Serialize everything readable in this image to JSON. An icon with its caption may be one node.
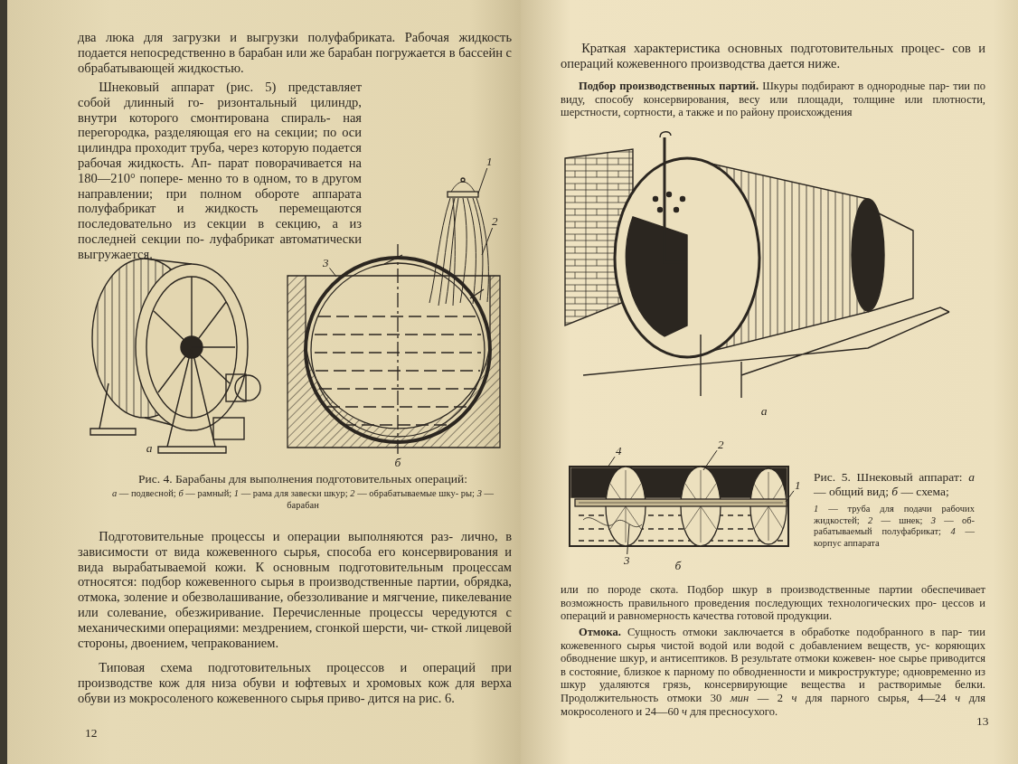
{
  "diagram": {
    "nodes": [
      {
        "text": [
          "1"
        ]
      },
      {
        "text": [
          "2"
        ]
      },
      {
        "text": [
          "3"
        ]
      },
      {
        "text": [],
        "shape": "picture"
      },
      {
        "text": [],
        "shape": "picture"
      },
      {
        "text": [],
        "shape": "picture"
      },
      {
        "text": [
          "4"
        ]
      },
      {
        "text": [
          "2"
        ]
      },
      {
        "text": [
          "1"
        ]
      },
      {
        "text": [
          "3"
        ]
      },
      {
        "text": [],
        "shape": "picture"
      },
      {
        "text": [],
        "shape": "picture",
        "in": 10
      },
      {
        "text": [],
        "shape": "bar",
        "in": 10
      },
      {
        "text": [],
        "shape": "picture",
        "in": 10
      }
    ],
    "edges": [
      {
        "from": 0,
        "to": 3,
        "arrow": "none"
      },
      {
        "from": 1,
        "to": 4,
        "arrow": "none"
      },
      {
        "from": 2,
        "to": 5,
        "arrow": "none"
      },
      {
        "from": 6,
        "to": 10,
        "arrow": "none"
      },
      {
        "from": 7,
        "to": 11,
        "arrow": "none"
      },
      {
        "from": 8,
        "to": 12,
        "arrow": "none"
      },
      {
        "from": 9,
        "to": 13,
        "arrow": "none"
      }
    ],
    "labels": [
      "два люка для загрузки и выгрузки полуфабриката. Рабочая жидкость подается непосредственно в барабан или же барабан погружается в бассейн с обрабатывающей жидкостью.",
      "Шнековый аппарат (рис. 5) представляет собой длинный го- ризонтальный цилиндр, внутри которого смонтирована спираль- ная перегородка, разделяющая его на секции; по оси цилиндра проходит труба, через которую подается рабочая жидкость. Ап- парат поворачивается на 180—210° попере- менно то в одном, то в другом направлении; при полном обороте аппарата полуфабрикат и жидкость перемещаются последовательно из секции в секцию, а из последней секции по- луфабрикат автоматически выгружается.",
      "а",
      "б",
      "Рис. 4. Барабаны для выполнения подготовительных операций:",
      "*а* — подвесной; *б* — рамный; *1* — рама для завески шкур; *2* — обрабатываемые шку- ры; *3* — барабан",
      "Подготовительные процессы и операции выполняются раз- лично, в зависимости от вида кожевенного сырья, способа его консервирования и вида вырабатываемой кожи. К основным подготовительным процессам относятся: подбор кожевенного сырья в производственные партии, обрядка, отмока, золение и обезволашивание, обеззоливание и мягчение, пикелевание или солевание, обезжиривание. Перечисленные процессы чередуются с механическими операциями: мездрением, сгонкой шерсти, чи- сткой лицевой стороны, двоением, чепракованием.",
      "Типовая схема подготовительных процессов и операций при производстве кож для низа обуви и юфтевых и хромовых кож для верха обуви из мокросоленого кожевенного сырья приво- дится на рис. 6.",
      "12",
      "Краткая характеристика основных подготовительных процес- сов и операций кожевенного производства дается ниже.",
      "**Подбор производственных партий.** Шкуры подбирают в однородные пар- тии по виду, способу консервирования, весу или площади, толщине или плотности, шерстности, сортности, а также и по району происхождения",
      "а",
      "Рис. 5. Шнековый аппарат: *а* — общий вид; *б* — схема;",
      "*1* — труба для подачи рабочих жидкостей; *2* — шнек; *3* — об- рабатываемый полуфабрикат; *4* — корпус аппарата",
      "б",
      "или по породе скота. Подбор шкур в производственные партии обеспечивает возможность правильного проведения последующих технологических про- цессов и операций и равномерность качества готовой продукции.",
      "**Отмока.** Сущность отмоки заключается в обработке подобранного в пар- тии кожевенного сырья чистой водой или водой с добавлением веществ, ус- коряющих обводнение шкур, и антисептиков. В результате отмоки кожевен- ное сырье приводится в состояние, близкое к парному по обводненности и микроструктуре; одновременно из шкур удаляются грязь, консервирующие вещества и растворимые белки. Продолжительность отмоки 30 *мин* — 2 *ч* для парного сырья, 4—24 *ч* для мокросоленого и 24—60 *ч* для пресносухого.",
      "13"
    ]
  }
}
